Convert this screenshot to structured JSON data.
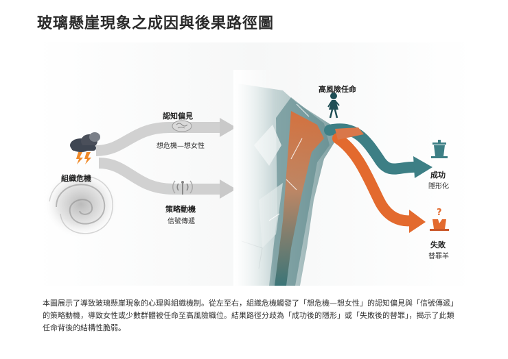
{
  "title": "玻璃懸崖現象之成因與後果路徑圖",
  "labels": {
    "org_crisis": "組織危機",
    "cognitive_bias": "認知偏見",
    "think_crisis": "想危機—想女性",
    "strategy": "策略動機",
    "signal": "信號傳遞",
    "high_risk": "高風險任命",
    "success": "成功",
    "invisible": "隱形化",
    "failure": "失敗",
    "scapegoat": "替罪羊"
  },
  "colors": {
    "teal": "#3d7f85",
    "orange": "#e36a2e",
    "gray_arrow": "#c9c9c9",
    "storm": "#4a4f5a",
    "lightning": "#f08a2a"
  },
  "caption": [
    "本圖展示了導致玻璃懸崖現象的心理與組織機制。從左至右，組織危機觸發了「想危機—想女性」的認知偏見與「信號傳遞」",
    "的策略動機，導致女性或少數群體被任命至高風險職位。結果路徑分歧為「成功後的隱形」或「失敗後的替罪」，揭示了此類",
    "任命背後的結構性脆弱。"
  ]
}
